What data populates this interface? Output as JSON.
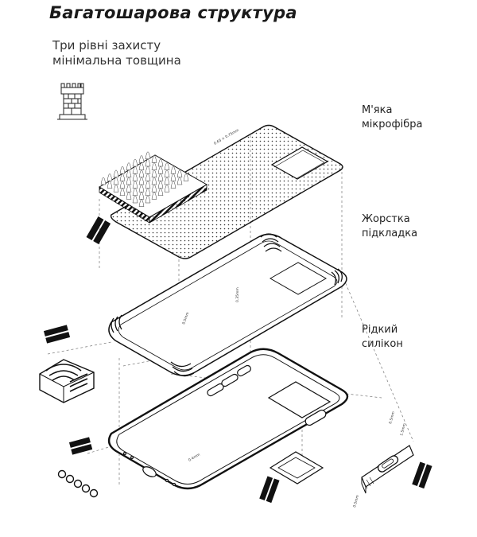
{
  "title": "Багатошарова структура",
  "subtitle": {
    "line1": "Три рівні захисту",
    "line2": "мінімальна товщина"
  },
  "layers": [
    {
      "line1": "М'яка",
      "line2": "мікрофібра"
    },
    {
      "line1": "Жорстка",
      "line2": "підкладка"
    },
    {
      "line1": "Рідкий",
      "line2": "силікон"
    }
  ],
  "icons": {
    "tower": "tower-icon"
  },
  "colors": {
    "ink": "#1a1a1a",
    "background": "#ffffff",
    "dash": "#777777"
  }
}
